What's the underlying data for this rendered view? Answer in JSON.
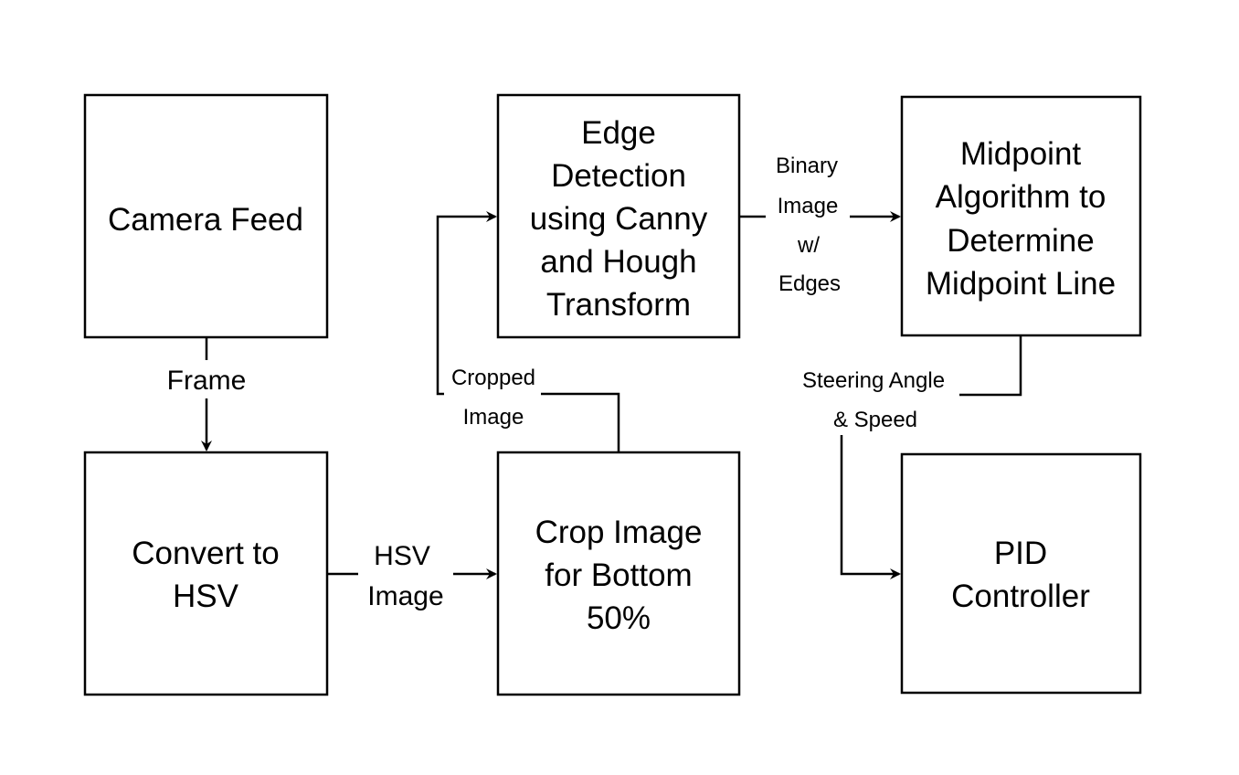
{
  "nodes": {
    "camera_feed": [
      "Camera Feed"
    ],
    "convert_hsv": [
      "Convert to",
      "HSV"
    ],
    "crop_image": [
      "Crop Image",
      "for Bottom",
      "50%"
    ],
    "edge_detection": [
      "Edge",
      "Detection",
      "using Canny",
      "and Hough",
      "Transform"
    ],
    "midpoint": [
      "Midpoint",
      "Algorithm to",
      "Determine",
      "Midpoint Line"
    ],
    "pid": [
      "PID",
      "Controller"
    ]
  },
  "edges": {
    "frame": [
      "Frame"
    ],
    "hsv_image": [
      "HSV",
      "Image"
    ],
    "cropped_image": [
      "Cropped",
      "Image"
    ],
    "binary_image": [
      "Binary",
      "Image",
      "w/",
      "Edges"
    ],
    "steering": [
      "Steering Angle",
      "& Speed"
    ]
  },
  "colors": {
    "stroke": "#000000",
    "background": "#ffffff"
  }
}
